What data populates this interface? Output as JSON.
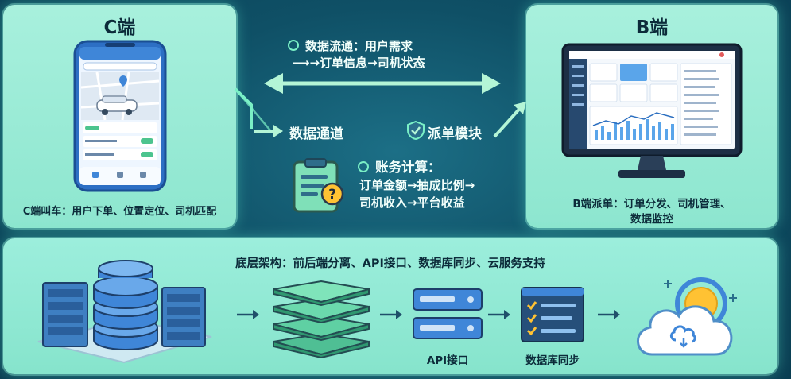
{
  "c_side": {
    "title": "C端",
    "caption": "C端叫车：用户下单、位置定位、司机匹配"
  },
  "b_side": {
    "title": "B端",
    "caption_line1": "B端派单：订单分发、司机管理、",
    "caption_line2": "数据监控"
  },
  "middle": {
    "flow_line1": "数据流通：用户需求",
    "flow_line2": "→订单信息→司机状态",
    "data_channel": "数据通道",
    "dispatch_module": "派单模块",
    "accounting_title": "账务计算：",
    "accounting_line1": "订单金额→抽成比例→",
    "accounting_line2": "司机收入→平台收益"
  },
  "bottom": {
    "title": "底层架构：前后端分离、API接口、数据库同步、云服务支持",
    "api_label": "API接口",
    "db_sync_label": "数据库同步"
  },
  "colors": {
    "background": "#0f5066",
    "panel": "#9ceedc",
    "accent": "#7af0c6",
    "blue": "#3f86d8"
  }
}
